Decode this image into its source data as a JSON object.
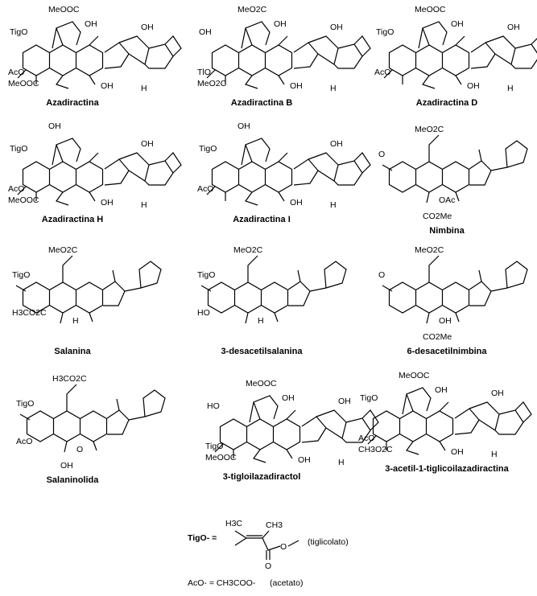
{
  "title": "Limonoides de Azadirachta indica",
  "molecules": [
    {
      "name": "Azadiractina",
      "scaffold": "azadiractina",
      "labels": [
        "TigO",
        "MeOOC",
        "OH",
        "AcO",
        "MeOOC",
        "OH",
        "OH",
        "H"
      ]
    },
    {
      "name": "Azadiractina B",
      "scaffold": "azadiractina",
      "labels": [
        "OH",
        "MeO2C",
        "OH",
        "TlO",
        "MeO2C",
        "OH",
        "OH",
        "H"
      ]
    },
    {
      "name": "Azadiractina D",
      "scaffold": "azadiractina",
      "labels": [
        "TigO",
        "MeOOC",
        "OH",
        "AcO",
        "",
        "OH",
        "OH",
        "H"
      ]
    },
    {
      "name": "Azadiractina H",
      "scaffold": "azadiractina",
      "labels": [
        "TigO",
        "OH",
        "",
        "AcO",
        "MeOOC",
        "OH",
        "OH",
        "H"
      ]
    },
    {
      "name": "Azadiractina I",
      "scaffold": "azadiractina",
      "labels": [
        "TigO",
        "OH",
        "",
        "AcO",
        "",
        "OH",
        "OH",
        "H"
      ]
    },
    {
      "name": "Nimbina",
      "scaffold": "salanina",
      "labels": [
        "MeO2C",
        "O",
        "",
        "OAc",
        "CO2Me"
      ]
    },
    {
      "name": "Salanina",
      "scaffold": "salanina",
      "labels": [
        "MeO2C",
        "TigO",
        "H3CO2C",
        "H",
        ""
      ]
    },
    {
      "name": "3-desacetilsalanina",
      "scaffold": "salanina",
      "labels": [
        "MeO2C",
        "TigO",
        "HO",
        "H",
        ""
      ]
    },
    {
      "name": "6-desacetilnimbina",
      "scaffold": "salanina",
      "labels": [
        "MeO2C",
        "O",
        "",
        "OH",
        "CO2Me"
      ]
    },
    {
      "name": "Salaninolida",
      "scaffold": "salanina",
      "labels": [
        "H3CO2C",
        "TigO",
        "AcO",
        "O",
        "OH"
      ]
    },
    {
      "name": "3-tigloilazadiractol",
      "scaffold": "azadiractina",
      "labels": [
        "HO",
        "MeOOC",
        "OH",
        "TigO",
        "MeOOC",
        "OH",
        "OH",
        "H"
      ]
    },
    {
      "name": "3-acetil-1-tiglicoilazadiractina",
      "scaffold": "azadiractina",
      "labels": [
        "TigO",
        "MeOOC",
        "OH",
        "AcO",
        "CH3O2C",
        "OH",
        "OH",
        "H"
      ]
    }
  ],
  "legend": {
    "tigo_lhs": "TigO- =",
    "tigo_h3c": "H3C",
    "tigo_ch3": "CH3",
    "tigo_o1": "O",
    "tigo_o2": "O",
    "tigo_name": "(tiglicolato)",
    "aco": "AcO- = CH3COO-",
    "aco_name": "(acetato)"
  }
}
